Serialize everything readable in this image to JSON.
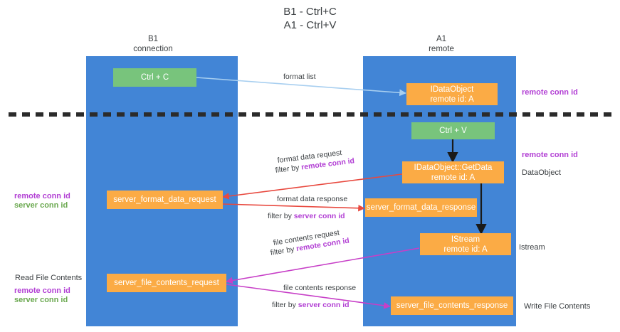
{
  "title": {
    "line1": "B1 - Ctrl+C",
    "line2": "A1 - Ctrl+V"
  },
  "columns": [
    {
      "name": "B1",
      "sub": "connection"
    },
    {
      "name": "A1",
      "sub": "remote"
    }
  ],
  "nodes": {
    "ctrl_c": {
      "line1": "Ctrl + C",
      "color": "#78c47c"
    },
    "ctrl_v": {
      "line1": "Ctrl + V",
      "color": "#78c47c"
    },
    "idataobject": {
      "line1": "IDataObject",
      "line2": "remote id: A",
      "color": "#fbab45"
    },
    "getdata": {
      "line1": "IDataObject::GetData",
      "line2": "remote id: A",
      "color": "#fbab45"
    },
    "istream": {
      "line1": "IStream",
      "line2": "remote id: A",
      "color": "#fbab45"
    },
    "server_format_data_request": {
      "line1": "server_format_data_request",
      "color": "#fbab45"
    },
    "server_format_data_response": {
      "line1": "server_format_data_response",
      "color": "#fbab45"
    },
    "server_file_contents_request": {
      "line1": "server_file_contents_request",
      "color": "#fbab45"
    },
    "server_file_contents_response": {
      "line1": "server_file_contents_response",
      "color": "#fbab45"
    }
  },
  "edges": {
    "format_list": {
      "label": "format list"
    },
    "format_data_request": {
      "label": "format data request",
      "filter_prefix": "filter by ",
      "filter_key": "remote conn id"
    },
    "format_data_response": {
      "label": "format data response",
      "filter_prefix": "filter by ",
      "filter_key": "server conn id"
    },
    "file_contents_request": {
      "label": "file contents request",
      "filter_prefix": "filter by ",
      "filter_key": "remote conn id"
    },
    "file_contents_response": {
      "label": "file contents response",
      "filter_prefix": "filter by ",
      "filter_key": "server conn id"
    }
  },
  "annotations": {
    "right_remote_conn_id_1": "remote conn id",
    "right_remote_conn_id_2": "remote conn id",
    "right_dataobject": "DataObject",
    "right_istream": "Istream",
    "right_write_file_contents": "Write File Contents",
    "left_remote_conn_id_1": "remote conn id",
    "left_server_conn_id_1": "server conn id",
    "left_read_file_contents": "Read File Contents",
    "left_remote_conn_id_2": "remote conn id",
    "left_server_conn_id_2": "server conn id"
  },
  "colors": {
    "lane": "#4285d6",
    "green_node": "#78c47c",
    "orange_node": "#fbab45",
    "purple_text": "#b23fd4",
    "green_text": "#6aa84f",
    "arrow_format_list": "#a8cff0",
    "arrow_red": "#e8493f",
    "arrow_magenta": "#c73fc7",
    "arrow_black": "#1a1a1a",
    "dash_line": "#2b2b2b",
    "page_bg": "#ffffff"
  }
}
